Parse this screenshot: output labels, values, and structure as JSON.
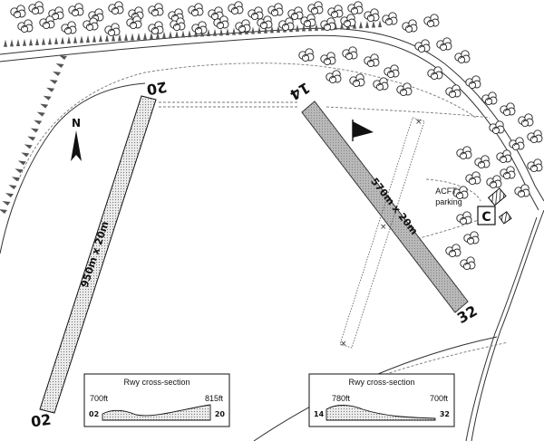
{
  "runways": [
    {
      "id": "rwy-02-20",
      "ends": [
        "02",
        "20"
      ],
      "dimensions": "950m x 20m"
    },
    {
      "id": "rwy-14-32",
      "ends": [
        "14",
        "32"
      ],
      "dimensions": "570m x 20m"
    }
  ],
  "north": {
    "label": "N",
    "icon": "north-arrow-icon"
  },
  "parking": {
    "line1": "ACFT",
    "line2": "parking"
  },
  "clubhouse": {
    "symbol": "C",
    "icon": "clubhouse-icon"
  },
  "windsock": {
    "icon": "windsock-icon"
  },
  "tree_icon": "tree-icon",
  "cross_sections": [
    {
      "title": "Rwy cross-section",
      "left_end": "02",
      "right_end": "20",
      "left_elev": "700ft",
      "right_elev": "815ft"
    },
    {
      "title": "Rwy cross-section",
      "left_end": "14",
      "right_end": "32",
      "peak_elev": "780ft",
      "right_elev": "700ft"
    }
  ],
  "colors": {
    "runway_main": "#cfcfcf",
    "runway_cross": "#8f8f8f",
    "ink": "#111111"
  }
}
